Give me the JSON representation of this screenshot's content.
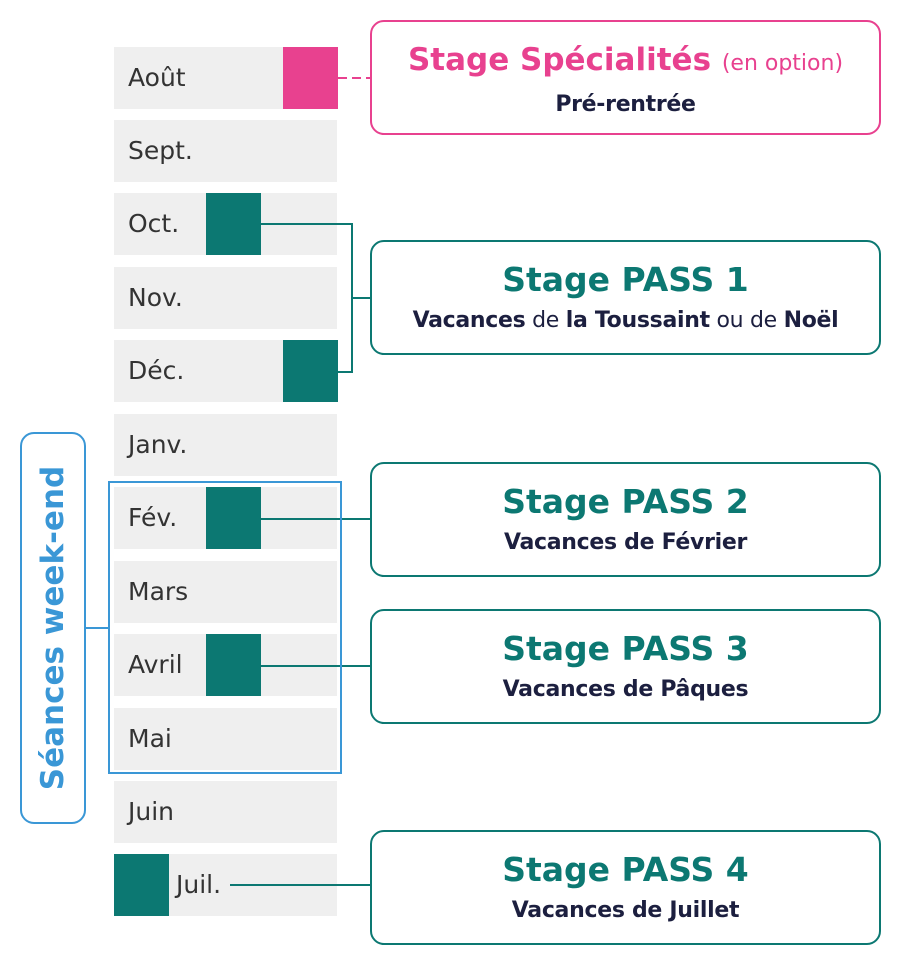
{
  "colors": {
    "accent_pink": "#e8418f",
    "accent_teal": "#0c7872",
    "accent_blue": "#3a97d6",
    "month_bg": "#efefef",
    "text_dark": "#1c1f3f"
  },
  "months": [
    "Août",
    "Sept.",
    "Oct.",
    "Nov.",
    "Déc.",
    "Janv.",
    "Fév.",
    "Mars",
    "Avril",
    "Mai",
    "Juin",
    "Juil."
  ],
  "weekend_label": "Séances week-end",
  "stages": {
    "specialites": {
      "title": "Stage Spécialités",
      "option": "(en option)",
      "subtitle": "Pré-rentrée"
    },
    "pass1": {
      "title": "Stage PASS 1",
      "sub_part1": "Vacances",
      "sub_part2": " de ",
      "sub_part3": "la Toussaint",
      "sub_part4": " ou de ",
      "sub_part5": "Noël"
    },
    "pass2": {
      "title": "Stage PASS 2",
      "subtitle": "Vacances de Février"
    },
    "pass3": {
      "title": "Stage PASS 3",
      "subtitle": "Vacances de Pâques"
    },
    "pass4": {
      "title": "Stage PASS 4",
      "subtitle": "Vacances de Juillet"
    }
  }
}
